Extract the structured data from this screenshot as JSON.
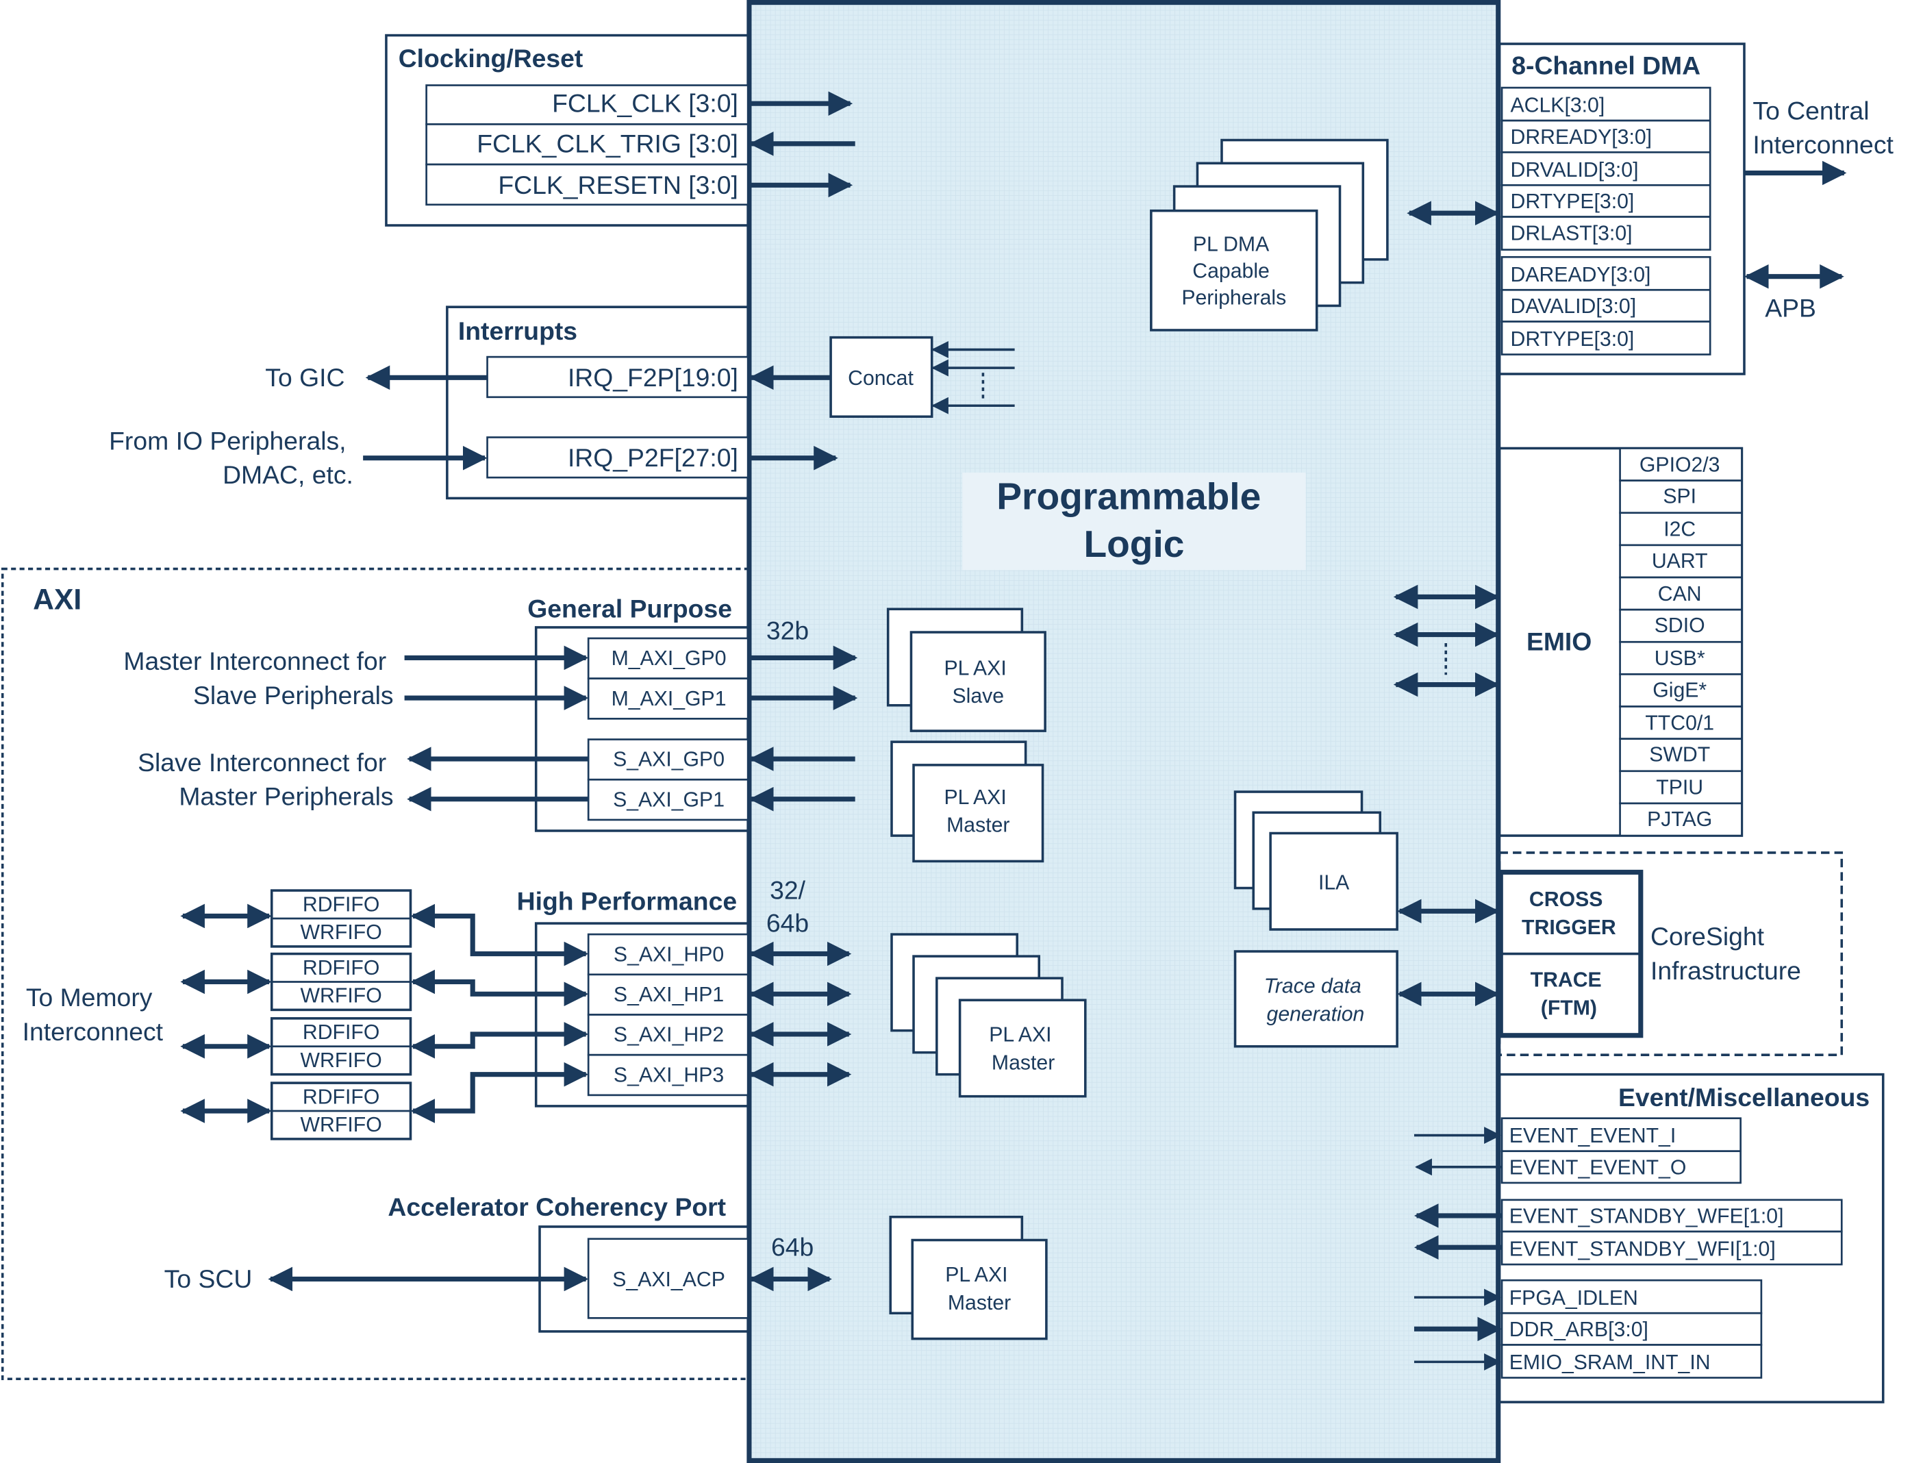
{
  "colors": {
    "line": "#1b3a5c",
    "text": "#1b3a5c",
    "pl_fill": "#dcedf5",
    "label_fill": "#e9f2f8",
    "box_fill": "#ffffff"
  },
  "pl_title_line1": "Programmable",
  "pl_title_line2": "Logic",
  "clocking": {
    "title": "Clocking/Reset",
    "signals": [
      "FCLK_CLK [3:0]",
      "FCLK_CLK_TRIG [3:0]",
      "FCLK_RESETN [3:0]"
    ]
  },
  "interrupts": {
    "title": "Interrupts",
    "signals": [
      "IRQ_F2P[19:0]",
      "IRQ_P2F[27:0]"
    ],
    "to_gic": "To GIC",
    "from_io_line1": "From IO Peripherals,",
    "from_io_line2": "DMAC, etc.",
    "concat": "Concat"
  },
  "axi": {
    "title": "AXI",
    "gp_title": "General Purpose",
    "gp_ports": [
      "M_AXI_GP0",
      "M_AXI_GP1",
      "S_AXI_GP0",
      "S_AXI_GP1"
    ],
    "gp_width": "32b",
    "master_ic_line1": "Master Interconnect for",
    "master_ic_line2": "Slave Peripherals",
    "slave_ic_line1": "Slave Interconnect for",
    "slave_ic_line2": "Master Peripherals",
    "hp_title": "High Performance",
    "hp_ports": [
      "S_AXI_HP0",
      "S_AXI_HP1",
      "S_AXI_HP2",
      "S_AXI_HP3"
    ],
    "hp_width_line1": "32/",
    "hp_width_line2": "64b",
    "fifo_read": "RDFIFO",
    "fifo_write": "WRFIFO",
    "to_mem_line1": "To Memory",
    "to_mem_line2": "Interconnect",
    "acp_title": "Accelerator Coherency Port",
    "acp_port": "S_AXI_ACP",
    "acp_width": "64b",
    "to_scu": "To SCU"
  },
  "pl_blocks": {
    "dma_line1": "PL DMA",
    "dma_line2": "Capable",
    "dma_line3": "Peripherals",
    "axi_slave_line1": "PL AXI",
    "axi_slave_line2": "Slave",
    "axi_master_line1": "PL AXI",
    "axi_master_line2": "Master",
    "ila": "ILA",
    "trace_line1": "Trace data",
    "trace_line2": "generation"
  },
  "dma": {
    "title": "8-Channel DMA",
    "signals_top": [
      "ACLK[3:0]",
      "DRREADY[3:0]",
      "DRVALID[3:0]",
      "DRTYPE[3:0]",
      "DRLAST[3:0]"
    ],
    "signals_bottom": [
      "DAREADY[3:0]",
      "DAVALID[3:0]",
      "DRTYPE[3:0]"
    ],
    "to_central_line1": "To Central",
    "to_central_line2": "Interconnect",
    "apb": "APB"
  },
  "emio": {
    "title": "EMIO",
    "items": [
      "GPIO2/3",
      "SPI",
      "I2C",
      "UART",
      "CAN",
      "SDIO",
      "USB*",
      "GigE*",
      "TTC0/1",
      "SWDT",
      "TPIU",
      "PJTAG"
    ]
  },
  "coresight": {
    "cross_line1": "CROSS",
    "cross_line2": "TRIGGER",
    "trace_line1": "TRACE",
    "trace_line2": "(FTM)",
    "label_line1": "CoreSight",
    "label_line2": "Infrastructure"
  },
  "event": {
    "title": "Event/Miscellaneous",
    "signals": [
      "EVENT_EVENT_I",
      "EVENT_EVENT_O",
      "EVENT_STANDBY_WFE[1:0]",
      "EVENT_STANDBY_WFI[1:0]",
      "FPGA_IDLEN",
      "DDR_ARB[3:0]",
      "EMIO_SRAM_INT_IN"
    ]
  }
}
